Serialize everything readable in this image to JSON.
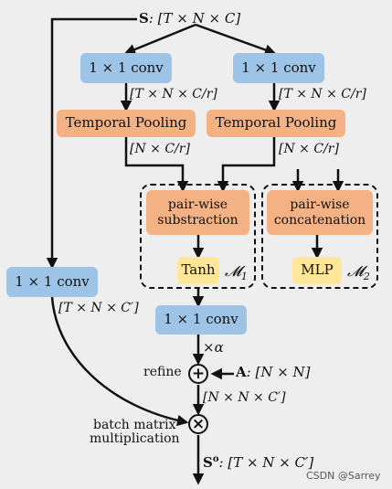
{
  "input": {
    "symbol": "S",
    "shape": ": [T × N × C]"
  },
  "left_branch": {
    "conv": "1 × 1 conv",
    "conv_shape": "[T × N × C/r]",
    "pool": "Temporal Pooling",
    "pool_shape": "[N × C/r]"
  },
  "right_branch": {
    "conv": "1 × 1 conv",
    "conv_shape": "[T × N × C/r]",
    "pool": "Temporal Pooling",
    "pool_shape": "[N × C/r]"
  },
  "module1": {
    "op": "pair-wise\nsubstraction",
    "act": "Tanh",
    "label": "𝓜",
    "sub": "1"
  },
  "module2": {
    "op": "pair-wise\nconcatenation",
    "act": "MLP",
    "label": "𝓜",
    "sub": "2"
  },
  "mid_conv": {
    "label": "1 × 1 conv",
    "scale": "×α"
  },
  "refine": {
    "label": "refine",
    "op_symbol": "+",
    "adj_symbol": "A",
    "adj_shape": ": [N × N]",
    "out_shape": "[N × N × C′]"
  },
  "side_conv": {
    "label": "1 × 1 conv",
    "shape": "[T × N × C′]"
  },
  "batch": {
    "label": "batch matrix\nmultiplication",
    "op_symbol": "×"
  },
  "output": {
    "symbol": "S",
    "sup": "o",
    "shape": ": [T × N × C′]"
  },
  "watermark": "CSDN @Sarrey",
  "colors": {
    "conv": "#9dc3e6",
    "pool": "#f4b183",
    "act": "#ffe699",
    "line": "#111111"
  }
}
